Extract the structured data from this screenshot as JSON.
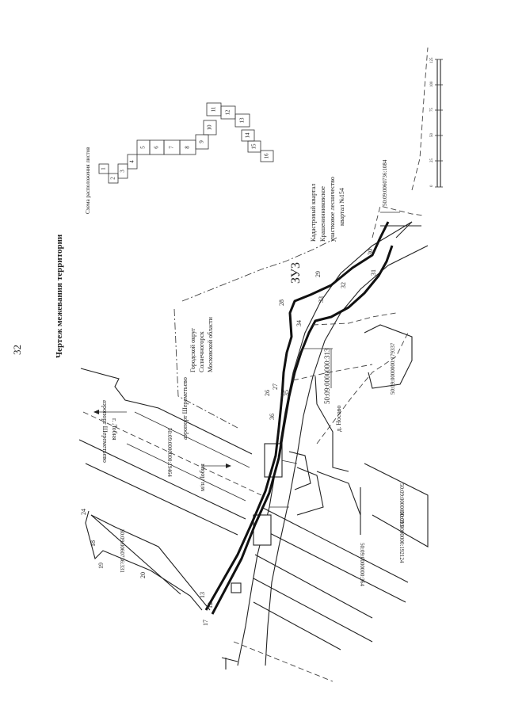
{
  "page": {
    "number": "32"
  },
  "title": "Чертеж межевания территории",
  "layout_scheme": {
    "title": "Схема расположения листов",
    "sheets": [
      "1",
      "2",
      "3",
      "4",
      "5",
      "6",
      "7",
      "8",
      "9",
      "10",
      "11",
      "12",
      "13",
      "14",
      "15",
      "16"
    ]
  },
  "labels": {
    "zu3": "ЗУ3",
    "district_line1": "Городской округ",
    "district_line2": "Солнечногорск",
    "district_line3": "Московской области",
    "road_label1": "аэропорт Шереметьево",
    "road_label2": "г. Лобня",
    "road_label3": "аэропорт Шереметьево",
    "road_label4": "м/н Лобня",
    "village": "д. Носово",
    "quarter_line1": "Кадастровый квартал",
    "quarter_line2": "Крашенинниковское",
    "quarter_line3": "участковое лесничество",
    "quarter_line4": "квартал №154"
  },
  "cadastral": {
    "c1": "50:09:0000000:19464",
    "c2": "50:09:0060736:331",
    "c3": "50:09:0000000:364",
    "c4": "50:09:0000000:192124",
    "c5": "50:09:0000000:313",
    "c6": "50:09:0000000:313",
    "c7": "50:09:0000000:179337",
    "c8": "50:09:0060736:1084"
  },
  "points": {
    "p12": "12",
    "p13": "13",
    "p17": "17",
    "p18": "18",
    "p19": "19",
    "p20": "20",
    "p24": "24",
    "p26": "26",
    "p27": "27",
    "p28": "28",
    "p29": "29",
    "p30": "30",
    "p31": "31",
    "p32": "32",
    "p33": "33",
    "p34": "34",
    "p35": "35",
    "p36": "36"
  },
  "scale_bar": {
    "ticks": [
      "0",
      "25",
      "50",
      "75",
      "100",
      "125"
    ]
  }
}
